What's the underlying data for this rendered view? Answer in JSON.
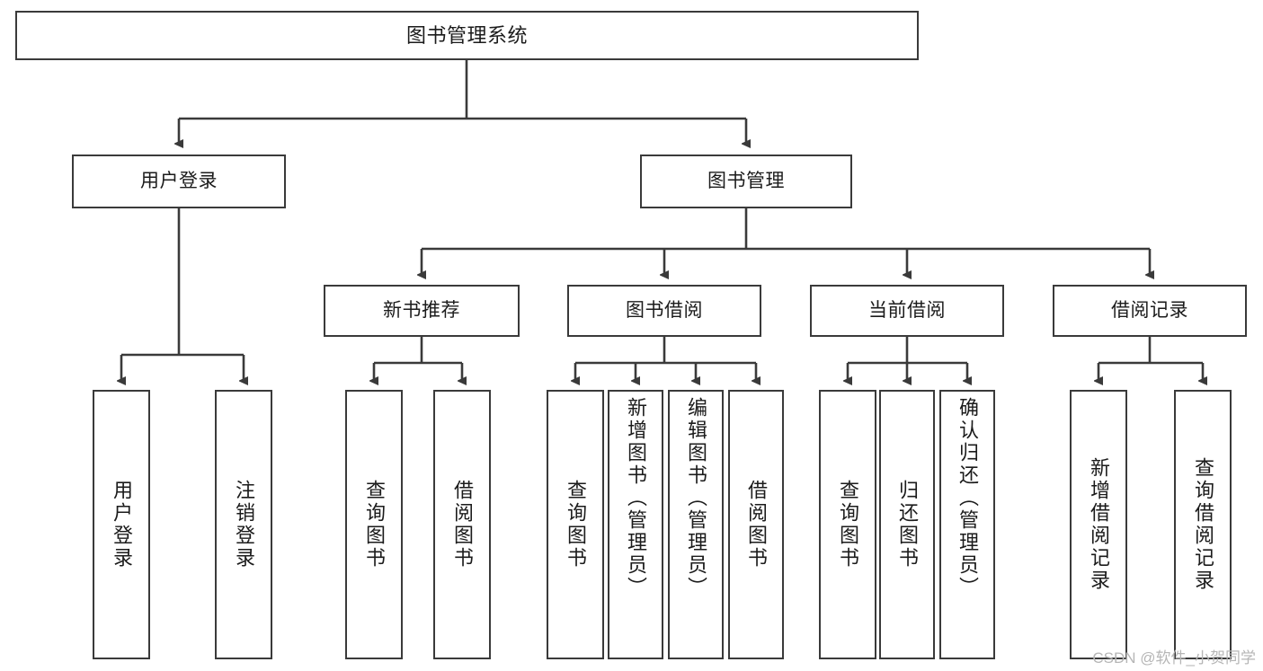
{
  "diagram": {
    "type": "tree-hierarchy-chart",
    "title": "图书管理系统",
    "stroke_color": "#3a3a3a",
    "background_color": "#ffffff",
    "text_color": "#1b1b1b"
  },
  "root": {
    "label": "图书管理系统"
  },
  "level2": [
    {
      "label": "用户登录"
    },
    {
      "label": "图书管理"
    }
  ],
  "level3": [
    {
      "label": "新书推荐"
    },
    {
      "label": "图书借阅"
    },
    {
      "label": "当前借阅"
    },
    {
      "label": "借阅记录"
    }
  ],
  "leaves": {
    "user_login": [
      {
        "label": "用户登录"
      },
      {
        "label": "注销登录"
      }
    ],
    "new_book": [
      {
        "label": "查询图书"
      },
      {
        "label": "借阅图书"
      }
    ],
    "book_borrow": [
      {
        "label": "查询图书"
      },
      {
        "label": "新增图书（管理员）"
      },
      {
        "label": "编辑图书（管理员）"
      },
      {
        "label": "借阅图书"
      }
    ],
    "current_borrow": [
      {
        "label": "查询图书"
      },
      {
        "label": "归还图书"
      },
      {
        "label": "确认归还（管理员）"
      }
    ],
    "borrow_record": [
      {
        "label": "新增借阅记录"
      },
      {
        "label": "查询借阅记录"
      }
    ]
  },
  "watermark": {
    "text": "CSDN @软件_小贺同学",
    "color": "#b6b6b6"
  }
}
